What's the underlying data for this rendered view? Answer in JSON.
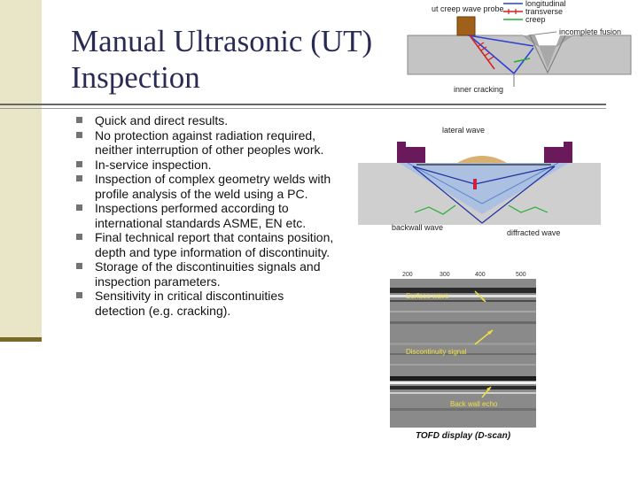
{
  "slide": {
    "title_line1": "Manual Ultrasonic (UT)",
    "title_line2": "Inspection",
    "bullets": [
      "Quick and direct results.",
      "No protection against radiation required, neither interruption of other peoples work.",
      "In-service inspection.",
      "Inspection of complex geometry welds with profile analysis of the weld using a PC.",
      "Inspections performed according to international standards ASME, EN etc.",
      "Final technical report that contains position, depth and type information of discontinuity.",
      "Storage of the discontinuities signals and inspection parameters.",
      "Sensitivity in critical discontinuities detection (e.g. cracking)."
    ]
  },
  "figure_creep_wave": {
    "probe_label": "ut creep wave probe",
    "legend": [
      "longitudinal",
      "transverse",
      "creep"
    ],
    "incomplete_fusion_label": "incomplete fusion",
    "inner_cracking_label": "inner cracking",
    "colors": {
      "longitudinal": "#2a3fd8",
      "transverse": "#d42020",
      "creep": "#20b030"
    }
  },
  "figure_tofd": {
    "lateral_wave_label": "lateral wave",
    "backwall_wave_label": "backwall wave",
    "diffracted_wave_label": "diffracted wave",
    "colors": {
      "probe": "#6a1a5a",
      "beam": "#8fb5f0",
      "defect": "#cc2040"
    }
  },
  "figure_dscan": {
    "axis_ticks": [
      "200",
      "300",
      "400",
      "500"
    ],
    "surface_wave_label": "Surface wave",
    "discontinuity_label": "Discontinuity signal",
    "backwall_echo_label": "Back wall echo",
    "caption": "TOFD display (D-scan)"
  }
}
